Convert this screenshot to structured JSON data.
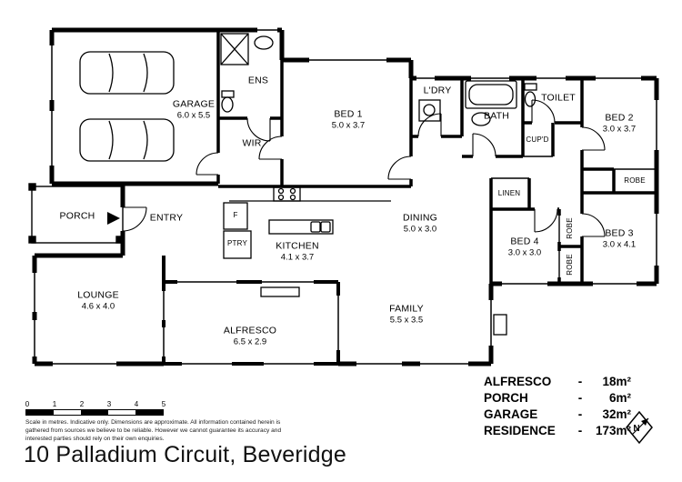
{
  "title": "10 Palladium Circuit, Beveridge",
  "rooms": [
    {
      "name": "GARAGE",
      "dims": "6.0 x 5.5"
    },
    {
      "name": "ENS",
      "dims": ""
    },
    {
      "name": "WIR",
      "dims": ""
    },
    {
      "name": "BED 1",
      "dims": "5.0 x 3.7"
    },
    {
      "name": "L'DRY",
      "dims": ""
    },
    {
      "name": "BATH",
      "dims": ""
    },
    {
      "name": "TOILET",
      "dims": ""
    },
    {
      "name": "BED 2",
      "dims": "3.0 x 3.7"
    },
    {
      "name": "CUP'D",
      "dims": ""
    },
    {
      "name": "LINEN",
      "dims": ""
    },
    {
      "name": "ROBE",
      "dims": ""
    },
    {
      "name": "BED 3",
      "dims": "3.0 x 4.1"
    },
    {
      "name": "ROBE",
      "dims": ""
    },
    {
      "name": "ROBE",
      "dims": ""
    },
    {
      "name": "BED 4",
      "dims": "3.0 x 3.0"
    },
    {
      "name": "DINING",
      "dims": "5.0 x 3.0"
    },
    {
      "name": "KITCHEN",
      "dims": "4.1 x 3.7"
    },
    {
      "name": "PTRY",
      "dims": ""
    },
    {
      "name": "F",
      "dims": ""
    },
    {
      "name": "ENTRY",
      "dims": ""
    },
    {
      "name": "PORCH",
      "dims": ""
    },
    {
      "name": "LOUNGE",
      "dims": "4.6 x 4.0"
    },
    {
      "name": "ALFRESCO",
      "dims": "6.5 x 2.9"
    },
    {
      "name": "FAMILY",
      "dims": "5.5 x 3.5"
    }
  ],
  "legend": {
    "rows": [
      {
        "label": "ALFRESCO",
        "sep": "-",
        "value": "18m²"
      },
      {
        "label": "PORCH",
        "sep": "-",
        "value": "6m²"
      },
      {
        "label": "GARAGE",
        "sep": "-",
        "value": "32m²"
      },
      {
        "label": "RESIDENCE",
        "sep": "-",
        "value": "173m²"
      }
    ]
  },
  "scalebar": {
    "ticks": [
      "0",
      "1",
      "2",
      "3",
      "4",
      "5"
    ]
  },
  "disclaimer": "Scale in metres. Indicative only. Dimensions are approximate. All information contained herein is gathered from sources we believe to be reliable. However we cannot guarantee its accuracy and interested parties should rely on their own enquiries.",
  "compass": {
    "letter": "N"
  }
}
